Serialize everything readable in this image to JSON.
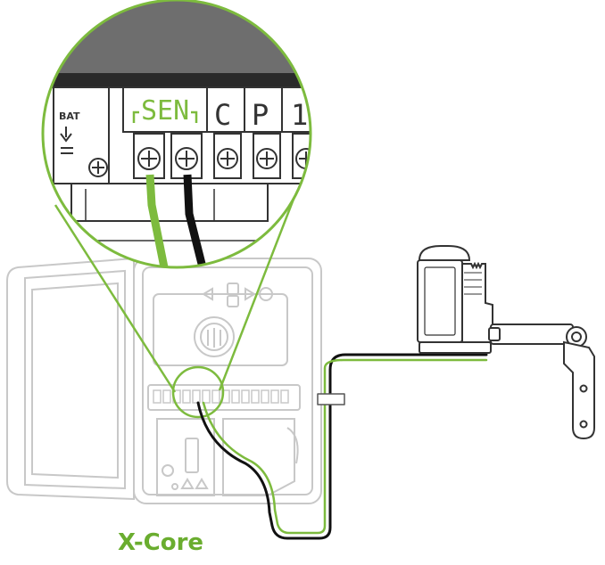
{
  "caption": "X-Core",
  "callout": {
    "sen_label": "SEN",
    "bat_label": "BAT",
    "terminal_c": "C",
    "terminal_p": "P",
    "terminal_1": "1"
  },
  "colors": {
    "accent_green": "#7dbb3e",
    "caption_green": "#6aad2f",
    "wire_black": "#111111",
    "device_gray": "#555555",
    "faded_outline": "#c8c8c8"
  }
}
